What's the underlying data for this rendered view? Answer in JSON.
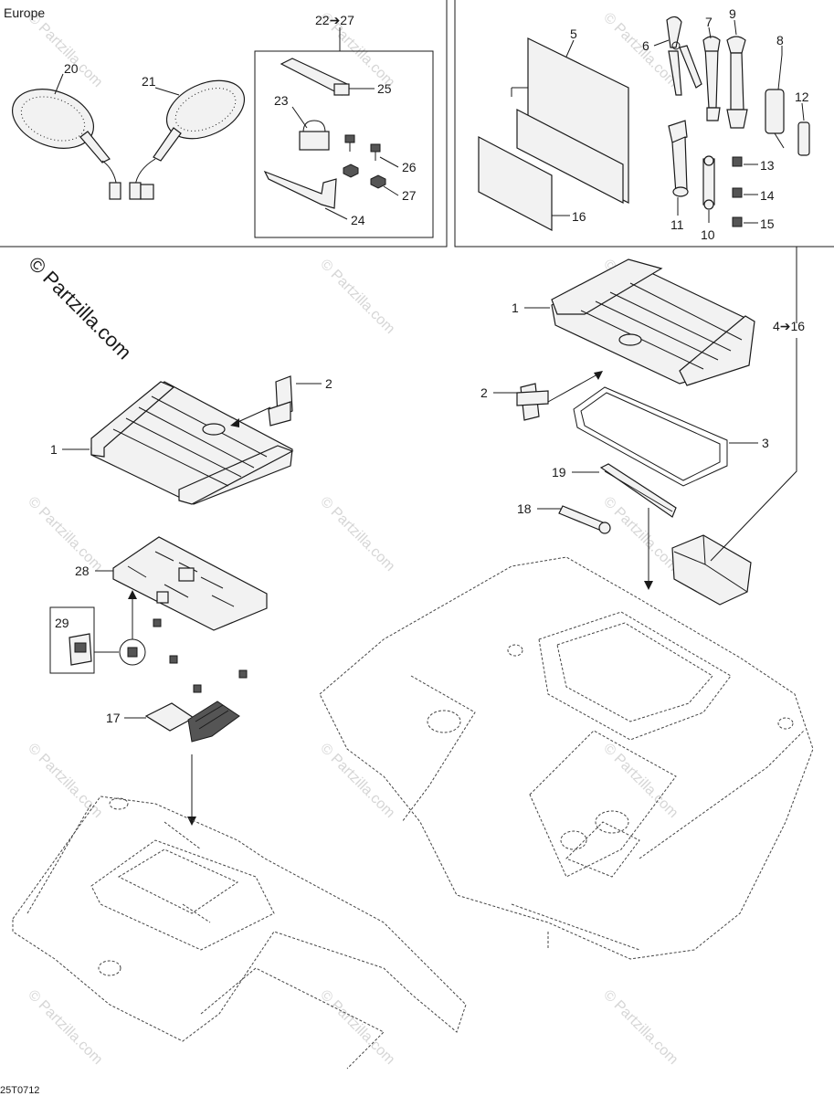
{
  "header": {
    "region_label": "Europe"
  },
  "watermark": {
    "main": "© Partzilla.com",
    "repeat": "© Partzilla.com"
  },
  "footer": {
    "drawing_code": "25T0712"
  },
  "callouts": {
    "c1a": "1",
    "c1b": "1",
    "c2a": "2",
    "c2b": "2",
    "c3": "3",
    "c4to16": "4➔16",
    "c5": "5",
    "c6": "6",
    "c7": "7",
    "c8": "8",
    "c9": "9",
    "c10": "10",
    "c11": "11",
    "c12": "12",
    "c13": "13",
    "c14": "14",
    "c15": "15",
    "c16": "16",
    "c17": "17",
    "c18": "18",
    "c19": "19",
    "c20": "20",
    "c21": "21",
    "c22to27": "22➔27",
    "c23": "23",
    "c24": "24",
    "c25": "25",
    "c26": "26",
    "c27": "27",
    "c28": "28",
    "c29": "29"
  }
}
